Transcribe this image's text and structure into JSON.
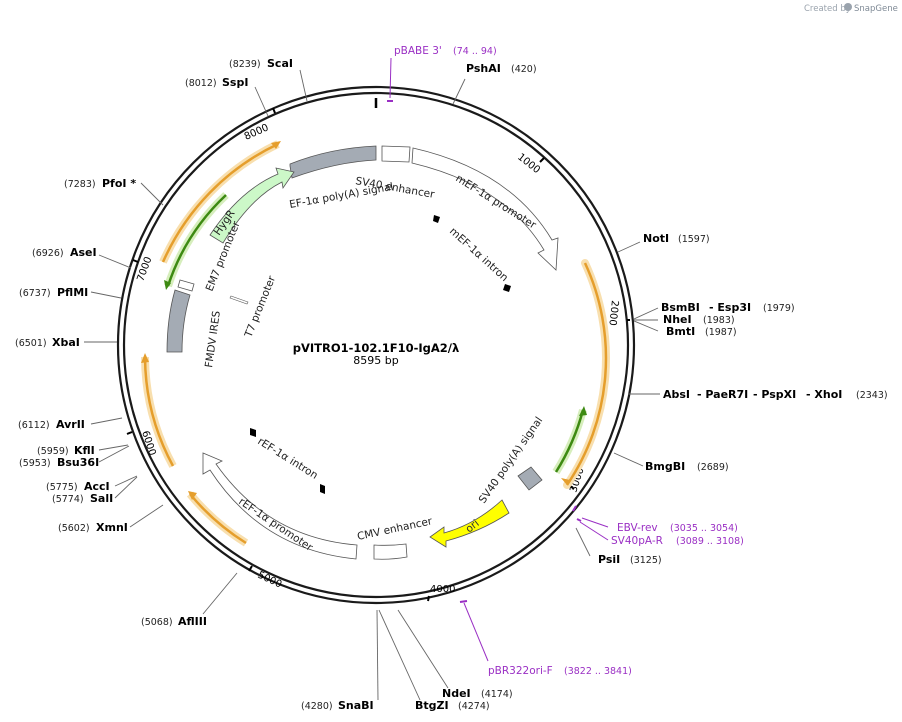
{
  "branding": {
    "text": "Created by",
    "name": "SnapGene"
  },
  "plasmid": {
    "name": "pVITRO1-102.1F10-IgA2/λ",
    "size": "8595 bp"
  },
  "ticks": [
    "1000",
    "2000",
    "3000",
    "4000",
    "5000",
    "6000",
    "7000",
    "8000"
  ],
  "enzymes": [
    {
      "name": "ScaI",
      "pos": "(8239)"
    },
    {
      "name": "SspI",
      "pos": "(8012)"
    },
    {
      "name": "PshAI",
      "pos": "(420)"
    },
    {
      "name": "PfoI *",
      "pos": "(7283)"
    },
    {
      "name": "NotI",
      "pos": "(1597)"
    },
    {
      "name": "AseI",
      "pos": "(6926)"
    },
    {
      "name": "PflMI",
      "pos": "(6737)"
    },
    {
      "name": "BsmBI",
      "name2": "- Esp3I",
      "pos": "(1979)"
    },
    {
      "name": "NheI",
      "pos": "(1983)"
    },
    {
      "name": "BmtI",
      "pos": "(1987)"
    },
    {
      "name": "XbaI",
      "pos": "(6501)"
    },
    {
      "name": "AbsI",
      "name2": "- PaeR7I",
      "name3": "- PspXI",
      "name4": "- XhoI",
      "pos": "(2343)"
    },
    {
      "name": "AvrII",
      "pos": "(6112)"
    },
    {
      "name": "KflI",
      "pos": "(5959)"
    },
    {
      "name": "Bsu36I",
      "pos": "(5953)"
    },
    {
      "name": "BmgBI",
      "pos": "(2689)"
    },
    {
      "name": "AccI",
      "pos": "(5775)"
    },
    {
      "name": "SalI",
      "pos": "(5774)"
    },
    {
      "name": "XmnI",
      "pos": "(5602)"
    },
    {
      "name": "PsiI",
      "pos": "(3125)"
    },
    {
      "name": "AflIII",
      "pos": "(5068)"
    },
    {
      "name": "NdeI",
      "pos": "(4174)"
    },
    {
      "name": "SnaBI",
      "pos": "(4280)"
    },
    {
      "name": "BtgZI",
      "pos": "(4274)"
    }
  ],
  "primers": [
    {
      "name": "pBABE 3'",
      "pos": "(74 .. 94)"
    },
    {
      "name": "EBV-rev",
      "pos": "(3035 .. 3054)"
    },
    {
      "name": "SV40pA-R",
      "pos": "(3089 .. 3108)"
    },
    {
      "name": "pBR322ori-F",
      "pos": "(3822 .. 3841)"
    }
  ],
  "features": {
    "sv40_enhancer": "SV40 enhancer",
    "ef1a_polya": "EF-1α poly(A) signal",
    "mef1a_promoter": "mEF-1α promoter",
    "mef1a_intron": "mEF-1α intron",
    "hygr": "HygR",
    "em7": "EM7 promoter",
    "t7": "T7 promoter",
    "fmdv": "FMDV IRES",
    "sv40_polya": "SV40 poly(A) signal",
    "ori": "ori",
    "cmv": "CMV enhancer",
    "ref1a_promoter": "rEF-1α promoter",
    "ref1a_intron": "rEF-1α intron"
  },
  "colors": {
    "backbone": "#1a1a1a",
    "enzyme_line": "#666666",
    "primer": "#9a2fc4",
    "orange_feature": "#e59e2c",
    "orange_halo": "#f8dfae",
    "green_feature": "#3d8a12",
    "green_halo": "#d6eebc",
    "gray_feature": "#a4abb4",
    "ori": "#ffff00",
    "hygr_fill": "#ccf8c8",
    "white_feature": "#ffffff"
  }
}
